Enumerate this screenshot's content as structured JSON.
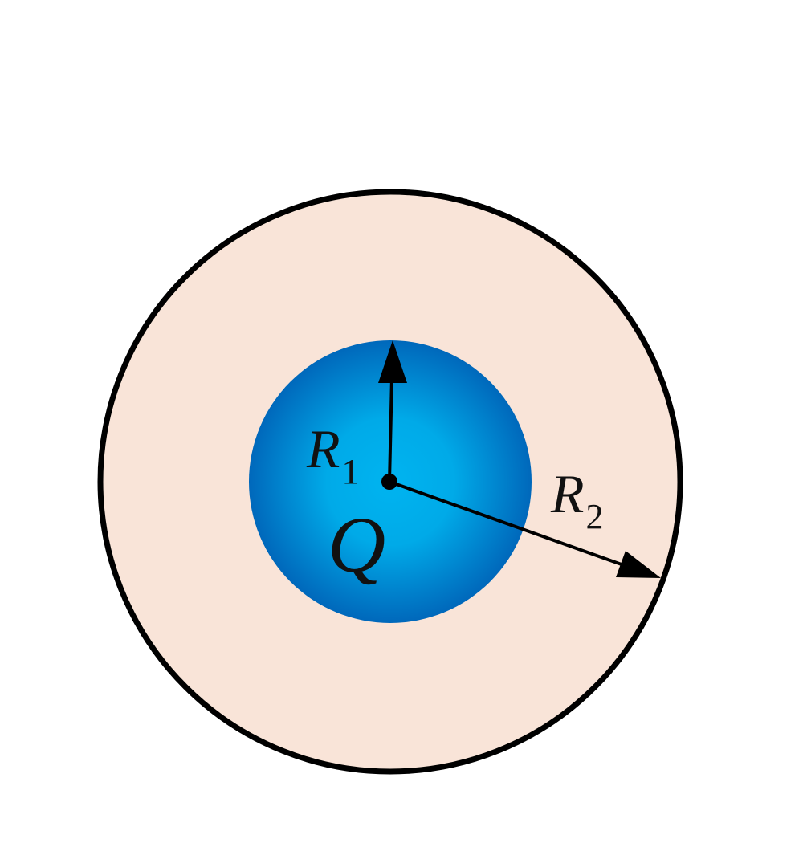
{
  "diagram": {
    "charge_symbol": "Q",
    "inner_radius": {
      "symbol": "R",
      "subscript": "1"
    },
    "outer_radius": {
      "symbol": "R",
      "subscript": "2"
    }
  },
  "colors": {
    "background": "#ffffff",
    "outer_shell_fill": "#f9e4d8",
    "outer_shell_stroke": "#000000",
    "inner_sphere_center": "#00b4f0",
    "inner_sphere_edge": "#0068bb",
    "arrow": "#000000"
  }
}
